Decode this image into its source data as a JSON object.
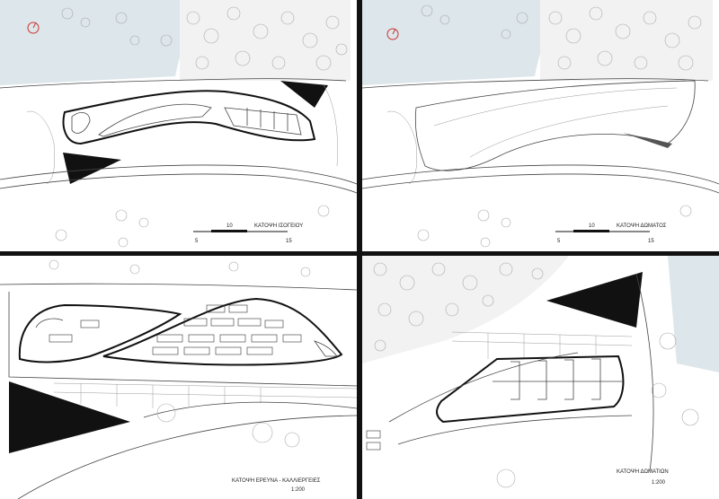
{
  "panels": [
    {
      "id": "ground-floor-plan",
      "title": "ΚΑΤΟΨΗ ΙΣΟΓΕΙΟΥ",
      "scale_ticks": [
        "5",
        "10",
        "15"
      ]
    },
    {
      "id": "roof-plan",
      "title": "ΚΑΤΟΨΗ ΔΩΜΑΤΟΣ",
      "scale_ticks": [
        "5",
        "10",
        "15"
      ]
    },
    {
      "id": "research-cultivation-plan",
      "title": "ΚΑΤΟΨΗ ΕΡΕΥΝΑ - ΚΑΛΛΙΕΡΓΕΙΕΣ",
      "scale": "1:200"
    },
    {
      "id": "rooms-plan",
      "title": "ΚΑΤΟΨΗ ΔΩΜΑΤΙΩΝ",
      "scale": "1:200"
    }
  ],
  "colors": {
    "water": "#dde6ea",
    "ink": "#111111",
    "divider": "#111111"
  },
  "icons": [
    "north-arrow-icon"
  ]
}
